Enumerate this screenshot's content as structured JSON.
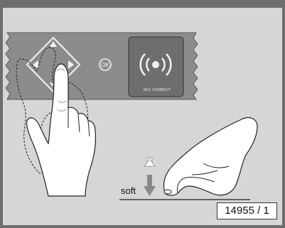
{
  "panel": {
    "ok_label": "OK",
    "nfc_label": "NFC CONNECT"
  },
  "gesture": {
    "press_label": "soft"
  },
  "figure": {
    "reference": "14955 / 1"
  },
  "colors": {
    "frame": "#6d6d6d",
    "background": "#d6d6d6",
    "panel": "#8c8c8c",
    "nfc_button": "#6e6e6e",
    "hand_fill": "#ffffff"
  },
  "icons": [
    "dpad-icon",
    "ok-icon",
    "nfc-icon",
    "press-arrow-icon",
    "hand-icon"
  ]
}
